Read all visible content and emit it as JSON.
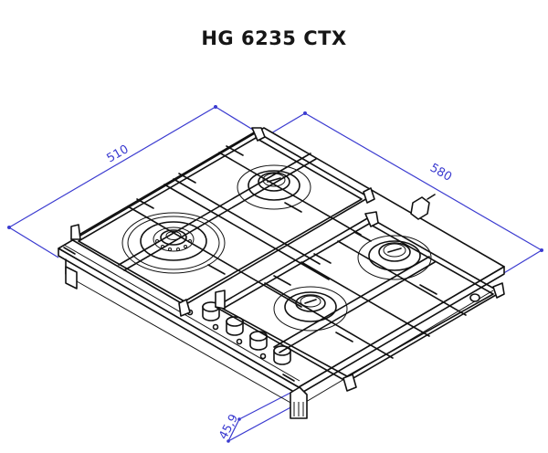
{
  "title": "HG 6235 CTX",
  "drawing": {
    "type": "isometric technical drawing",
    "subject": "built-in gas hob with 4 burners and cast-iron pan supports",
    "burners": [
      {
        "position": "rear-left",
        "type": "standard-burner"
      },
      {
        "position": "front-left",
        "type": "triple-crown-wok-burner"
      },
      {
        "position": "rear-right",
        "type": "standard-burner"
      },
      {
        "position": "front-right",
        "type": "standard-burner"
      }
    ],
    "control_knobs_count": 4,
    "pan_supports_count": 2
  },
  "dimensions": {
    "depth": {
      "label": "510",
      "unit": "mm"
    },
    "width": {
      "label": "580",
      "unit": "mm"
    },
    "height": {
      "label": "45,9",
      "unit": "mm"
    }
  },
  "colors": {
    "dimension_lines": "#3b3bd0",
    "drawing_ink": "#111111",
    "title": "#161616",
    "background": "#ffffff"
  }
}
